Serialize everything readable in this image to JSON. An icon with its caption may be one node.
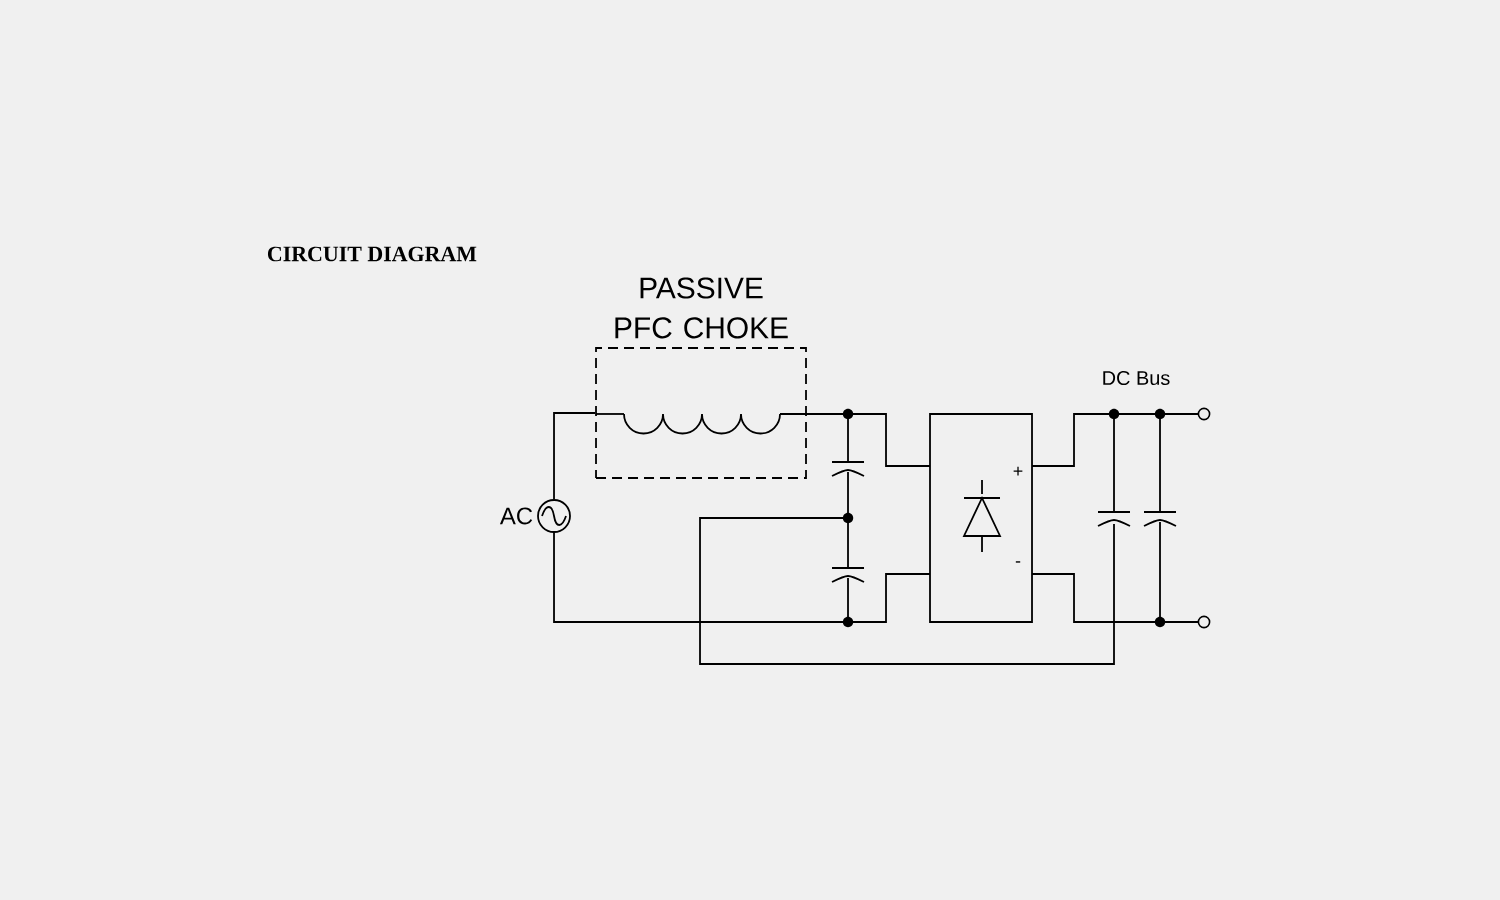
{
  "diagram": {
    "title": "CIRCUIT DIAGRAM",
    "nodes": [
      {
        "text": [
          "PASSIVE PFC CHOKE"
        ]
      },
      {
        "text": [
          "+",
          "-"
        ]
      },
      {
        "text": [],
        "shape": "circle",
        "beside": [
          "AC"
        ]
      }
    ],
    "edges": [
      {
        "from": 2,
        "to": 0,
        "arrow": "none"
      }
    ],
    "labels": [
      "DC Bus"
    ]
  }
}
